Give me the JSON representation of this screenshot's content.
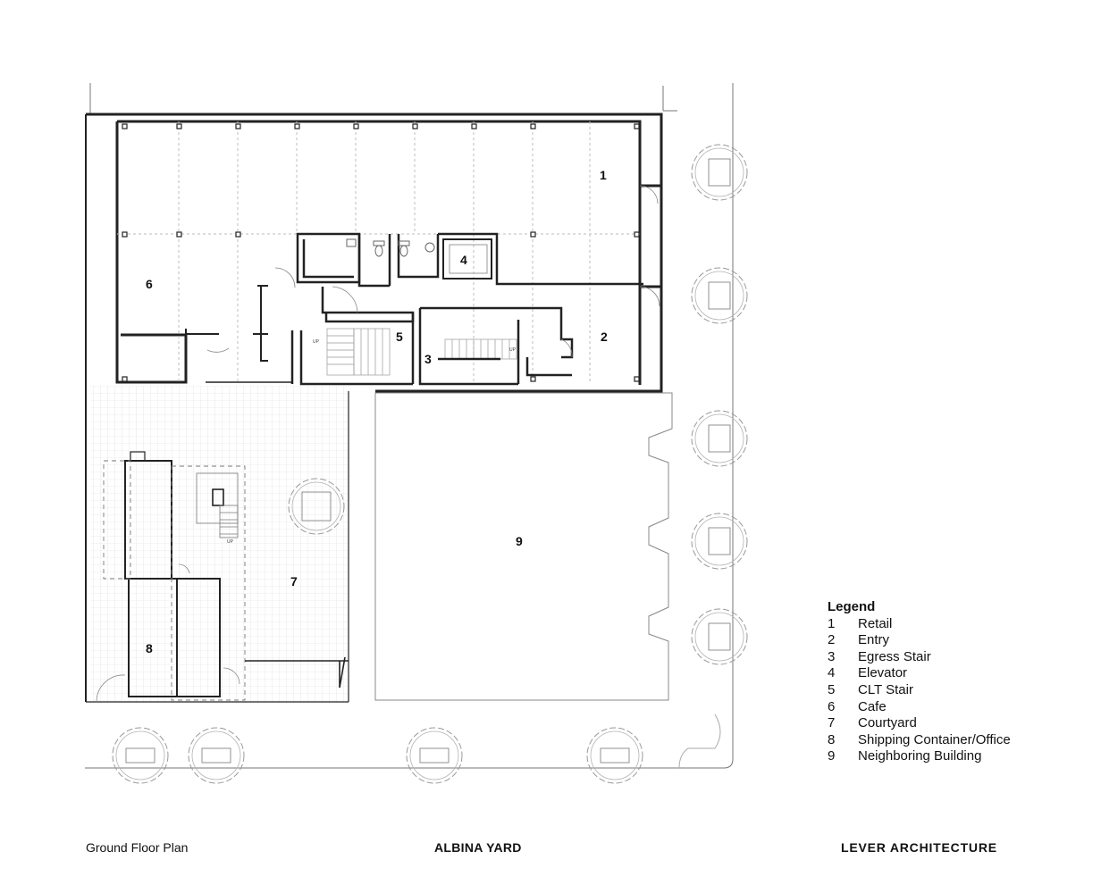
{
  "rooms": [
    {
      "num": "1",
      "name": "Retail"
    },
    {
      "num": "2",
      "name": "Entry"
    },
    {
      "num": "3",
      "name": "Egress Stair"
    },
    {
      "num": "4",
      "name": "Elevator"
    },
    {
      "num": "5",
      "name": "CLT Stair"
    },
    {
      "num": "6",
      "name": "Cafe"
    },
    {
      "num": "7",
      "name": "Courtyard"
    },
    {
      "num": "8",
      "name": "Shipping Container/Office"
    },
    {
      "num": "9",
      "name": "Neighboring Building"
    }
  ],
  "legend": {
    "title": "Legend"
  },
  "stair_labels": {
    "up_a": "UP",
    "up_b": "UP",
    "up_c": "UP"
  },
  "footer": {
    "left": "Ground Floor Plan",
    "center": "ALBINA YARD",
    "right": "LEVER ARCHITECTURE"
  },
  "colors": {
    "wall": "#222222",
    "grid": "#bdbdbd",
    "fine": "#8a8a8a",
    "tree": "#9a9a9a"
  }
}
